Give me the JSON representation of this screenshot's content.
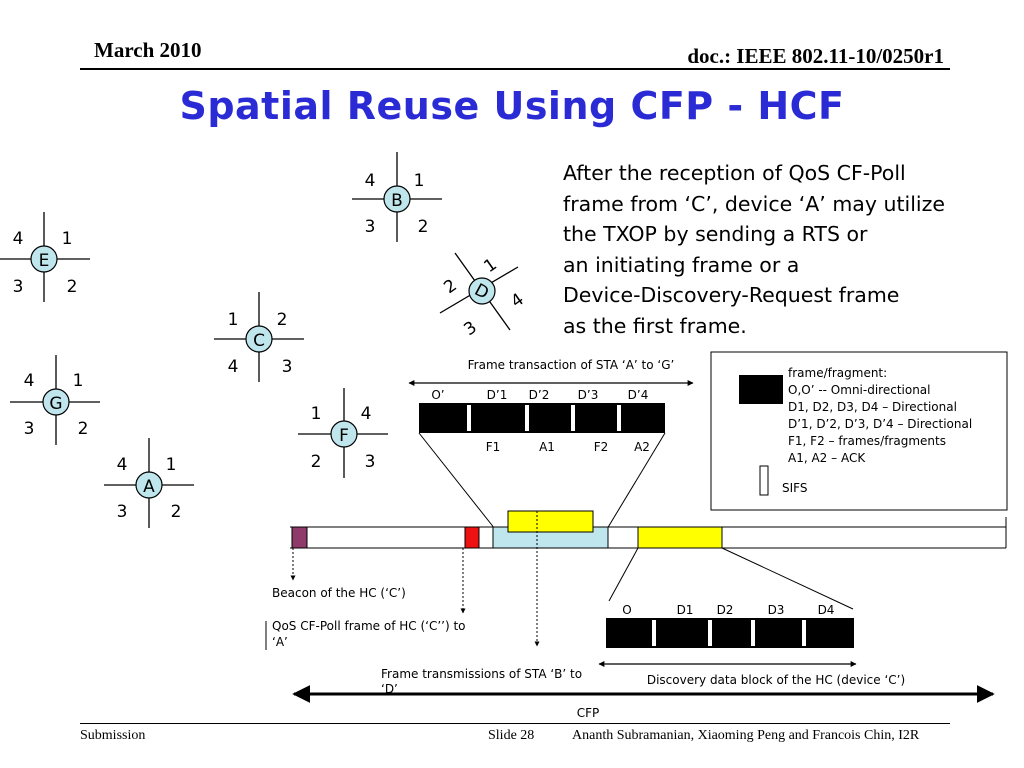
{
  "header": {
    "date": "March 2010",
    "doc": "doc.: IEEE 802.11-10/0250r1"
  },
  "title": "Spatial Reuse Using CFP - HCF",
  "description_lines": [
    "After the reception of QoS CF-Poll",
    "frame from ‘C’, device ‘A’ may utilize",
    "the TXOP by sending a RTS or",
    "an initiating frame or a",
    "Device-Discovery-Request frame",
    "as the first frame."
  ],
  "nodes": {
    "B": {
      "label": "B",
      "sectors": [
        "4",
        "1",
        "3",
        "2"
      ]
    },
    "E": {
      "label": "E",
      "sectors": [
        "4",
        "1",
        "3",
        "2"
      ]
    },
    "D": {
      "label": "D",
      "sectors": [
        "2",
        "1",
        "3",
        "4"
      ]
    },
    "C": {
      "label": "C",
      "sectors": [
        "1",
        "2",
        "4",
        "3"
      ]
    },
    "G": {
      "label": "G",
      "sectors": [
        "4",
        "1",
        "3",
        "2"
      ]
    },
    "F": {
      "label": "F",
      "sectors": [
        "1",
        "4",
        "2",
        "3"
      ]
    },
    "A": {
      "label": "A",
      "sectors": [
        "4",
        "1",
        "3",
        "2"
      ]
    }
  },
  "legend": {
    "line1": "frame/fragment:",
    "line2": "O,O’ -- Omni-directional",
    "line3": "D1, D2, D3, D4 – Directional",
    "line4": "D’1, D’2, D’3, D’4 – Directional",
    "line5": "F1, F2 – frames/fragments",
    "line6": "A1, A2 – ACK",
    "sifs": "SIFS"
  },
  "top_block": {
    "caption": "Frame transaction of STA ‘A’ to ‘G’",
    "labels_top": [
      "O’",
      "D’1",
      "D’2",
      "D’3",
      "D’4"
    ],
    "labels_bottom": [
      "F1",
      "A1",
      "F2",
      "A2"
    ]
  },
  "bottom_block": {
    "labels_top": [
      "O",
      "D1",
      "D2",
      "D3",
      "D4"
    ],
    "caption": "Discovery data  block of the HC (device ‘C’)"
  },
  "annotations": {
    "beacon": "Beacon of the HC (‘C’)",
    "poll_line1": "QoS CF-Poll frame of HC (‘C’’) to",
    "poll_line2": "‘A’",
    "b_to_d_line1": "Frame transmissions of STA ‘B’ to",
    "b_to_d_line2": "‘D’",
    "cfp": "CFP"
  },
  "footer": {
    "left": "Submission",
    "slide": "Slide 28",
    "authors": "Ananth Subramanian, Xiaoming Peng and Francois Chin, I2R"
  },
  "colors": {
    "title": "#2b2bd6",
    "node_fill": "#bfe6ec",
    "beacon": "#8e3a6a",
    "poll": "#ee1111",
    "txop": "#bfe6ec",
    "highlight": "#ffff00"
  }
}
